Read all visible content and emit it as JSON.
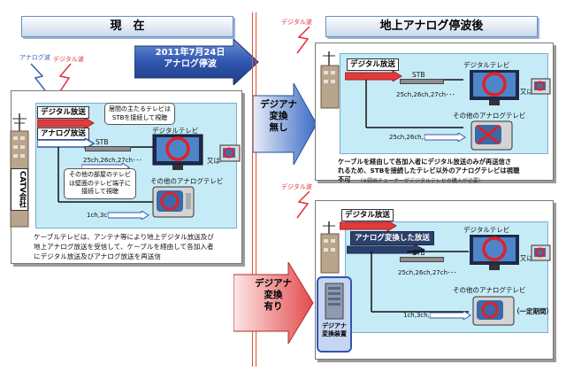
{
  "header": {
    "current": "現　在",
    "after": "地上アナログ停波後",
    "date_arrow_line1": "2011年7月24日",
    "date_arrow_line2": "アナログ停波"
  },
  "signals": {
    "analog_wave": "アナログ波",
    "digital_wave": "デジタル波",
    "digital_wave_right1": "デジタル波",
    "digital_wave_right2": "デジタル波"
  },
  "left": {
    "station": "CATV会社",
    "digital_broadcast": "デジタル放送",
    "analog_broadcast": "アナログ放送",
    "stb": "STB",
    "channels_digital": "25ch,26ch,27ch･･･",
    "channels_analog": "1ch,3ch,4ch･･･",
    "digital_tv": "デジタルテレビ",
    "or": "又は",
    "other_analog_tv": "その他のアナログテレビ",
    "bubble1": "居間の主たるテレビは\nSTBを接続して視聴",
    "bubble2": "その他の部屋のテレビ\nは壁面のテレビ端子に\n接続して視聴",
    "description": "ケーブルテレビは、アンテナ等により地上デジタル放送及び\n地上アナログ放送を受信して、ケーブルを経由して各加入者\nにデジタル放送及びアナログ放送を再送信"
  },
  "middle": {
    "no_conversion": "デジアナ\n変換\n無し",
    "with_conversion": "デジアナ\n変換\n有り"
  },
  "right_top": {
    "digital_broadcast": "デジタル放送",
    "stb": "STB",
    "channels": "25ch,26ch,27ch･･･",
    "digital_tv": "デジタルテレビ",
    "or": "又は",
    "other_analog_tv": "その他のアナログテレビ",
    "channels2": "25ch,26ch,27ch･･･",
    "description": "ケーブルを経由して各加入者にデジタル放送のみが再送信さ\nれるため、STBを接続したテレビ以外のアナログテレビは視聴\n不可",
    "note": "（※録画チューナーがデジタルテレビの購入が必要）"
  },
  "right_bottom": {
    "digital_broadcast": "デジタル放送",
    "analog_converted": "アナログ変換した放送",
    "stb": "STB",
    "channels": "25ch,26ch,27ch･･･",
    "digital_tv": "デジタルテレビ",
    "or": "又は",
    "other_analog_tv": "その他のアナログテレビ",
    "channels_analog": "1ch,3ch,4ch･･･",
    "converter": "デジアナ\n変換装置",
    "fixed_period": "（一定期間）"
  },
  "colors": {
    "red_arrow": "#e23a3a",
    "blue_arrow": "#2f56b0",
    "panel_fill": "#c5ebf7",
    "divider": "#e0503c"
  }
}
